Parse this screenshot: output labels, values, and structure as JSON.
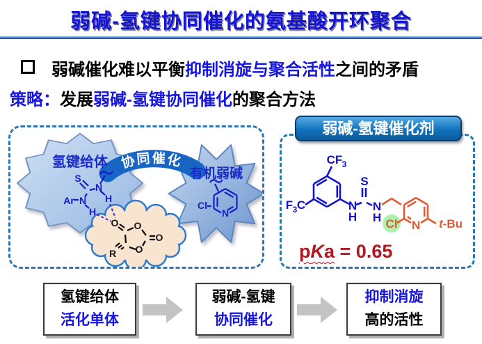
{
  "title": "弱碱-氢键协同催化的氨基酸开环聚合",
  "problem": {
    "text_black1": "弱碱催化难以平衡",
    "text_blue": "抑制消旋与聚合活性",
    "text_black2": "之间的矛盾"
  },
  "strategy": {
    "label": "策略：",
    "text_black1": "发展",
    "text_blue": "弱碱-氢键协同催化",
    "text_black2": "的聚合方法"
  },
  "scheme": {
    "donor_label": "氢键给体",
    "arc_label": "协同催化",
    "base_label": "有机弱碱"
  },
  "catalyst_panel": {
    "header": "弱碱-氢键催化剂",
    "pka_p": "p",
    "pka_k": "K",
    "pka_a": "a",
    "pka_value": " = 0.65"
  },
  "atoms": {
    "s": "S",
    "n": "N",
    "h": "H",
    "o": "O",
    "r": "R",
    "ar": "Ar",
    "cl": "Cl",
    "cf": "CF",
    "f": "F",
    "c": "C",
    "sub3": "3",
    "t": "t",
    "bu": "-Bu"
  },
  "flow": {
    "box1_line1": "氢键给体",
    "box1_line2": "活化单体",
    "box2_line1": "弱碱-氢键",
    "box2_line2": "协同催化",
    "box3_line1": "抑制消旋",
    "box3_line2": "高的活性"
  },
  "colors": {
    "title_blue": "#1414d2",
    "accent_blue": "#1616e0",
    "left_panel_border": "#2e75b6",
    "right_panel_border": "#2878a8",
    "header_bg": "#1273bd",
    "pka_red": "#b01823",
    "structure_blue": "#1414cc",
    "structure_orange": "#df5b33",
    "cl_highlight": "#aef0b0",
    "arrow_gray": "#c3c3c3"
  }
}
